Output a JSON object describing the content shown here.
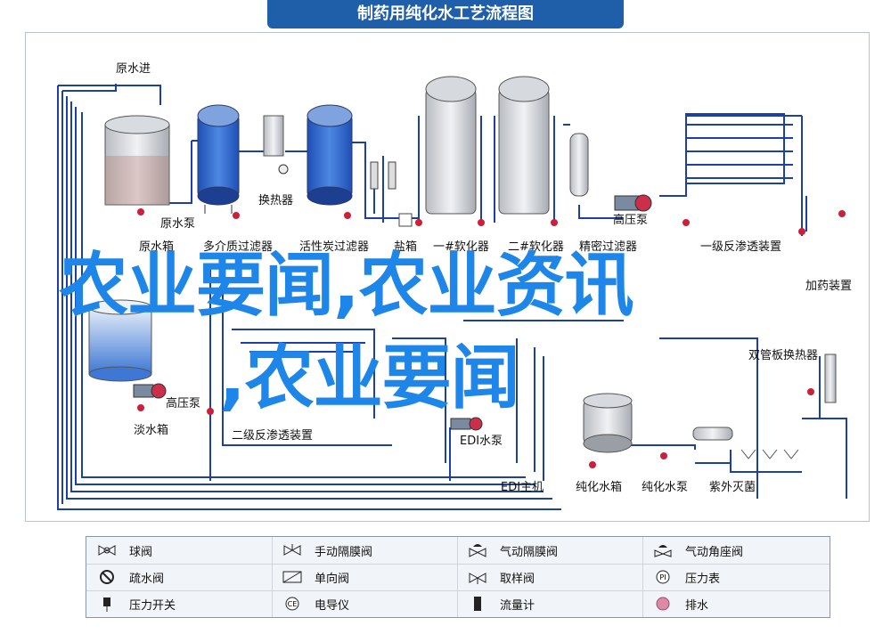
{
  "title": "制药用纯化水工艺流程图",
  "labels": {
    "raw_water_in": "原水进",
    "heat_exchanger": "换热器",
    "raw_pump": "原水泵",
    "high_pressure_pump_1": "高压泵",
    "raw_tank": "原水箱",
    "multi_filter": "多介质过滤器",
    "carbon_filter": "活性炭过滤器",
    "salt_tank": "盐箱",
    "softener_1": "一#软化器",
    "softener_2": "二#软化器",
    "precision_filter": "精密过滤器",
    "ro1": "一级反渗透装置",
    "dosing": "加药装置",
    "tube_exchanger": "双管板换热器",
    "high_pressure_pump_2": "高压泵",
    "fresh_tank": "淡水箱",
    "ro2": "二级反渗透装置",
    "edi_pump": "EDI水泵",
    "edi_host": "EDI主机",
    "pure_tank": "纯化水箱",
    "pure_pump": "纯化水泵",
    "uv": "紫外灭菌"
  },
  "overlay": {
    "line1": "农业要闻,农业资讯",
    "line2": ",农业要闻"
  },
  "legend": [
    {
      "icon": "ball-valve-icon",
      "label": "球阀"
    },
    {
      "icon": "manual-diaphragm-valve-icon",
      "label": "手动隔膜阀"
    },
    {
      "icon": "pneumatic-diaphragm-valve-icon",
      "label": "气动隔膜阀"
    },
    {
      "icon": "pneumatic-angle-valve-icon",
      "label": "气动角座阀"
    },
    {
      "icon": "drain-valve-icon",
      "label": "疏水阀"
    },
    {
      "icon": "check-valve-icon",
      "label": "单向阀"
    },
    {
      "icon": "sampling-valve-icon",
      "label": "取样阀"
    },
    {
      "icon": "pressure-gauge-icon",
      "label": "压力表"
    },
    {
      "icon": "pressure-switch-icon",
      "label": "压力开关"
    },
    {
      "icon": "conductivity-meter-icon",
      "label": "电导仪"
    },
    {
      "icon": "flow-meter-icon",
      "label": "流量计"
    },
    {
      "icon": "drain-icon",
      "label": "排水"
    }
  ],
  "colors": {
    "pipe": "#1d3fa8",
    "accent": "#1e86e8",
    "title_bg": "#1f5ea8",
    "valve": "#cc1f3a",
    "tank_water": "#2a64c8"
  }
}
